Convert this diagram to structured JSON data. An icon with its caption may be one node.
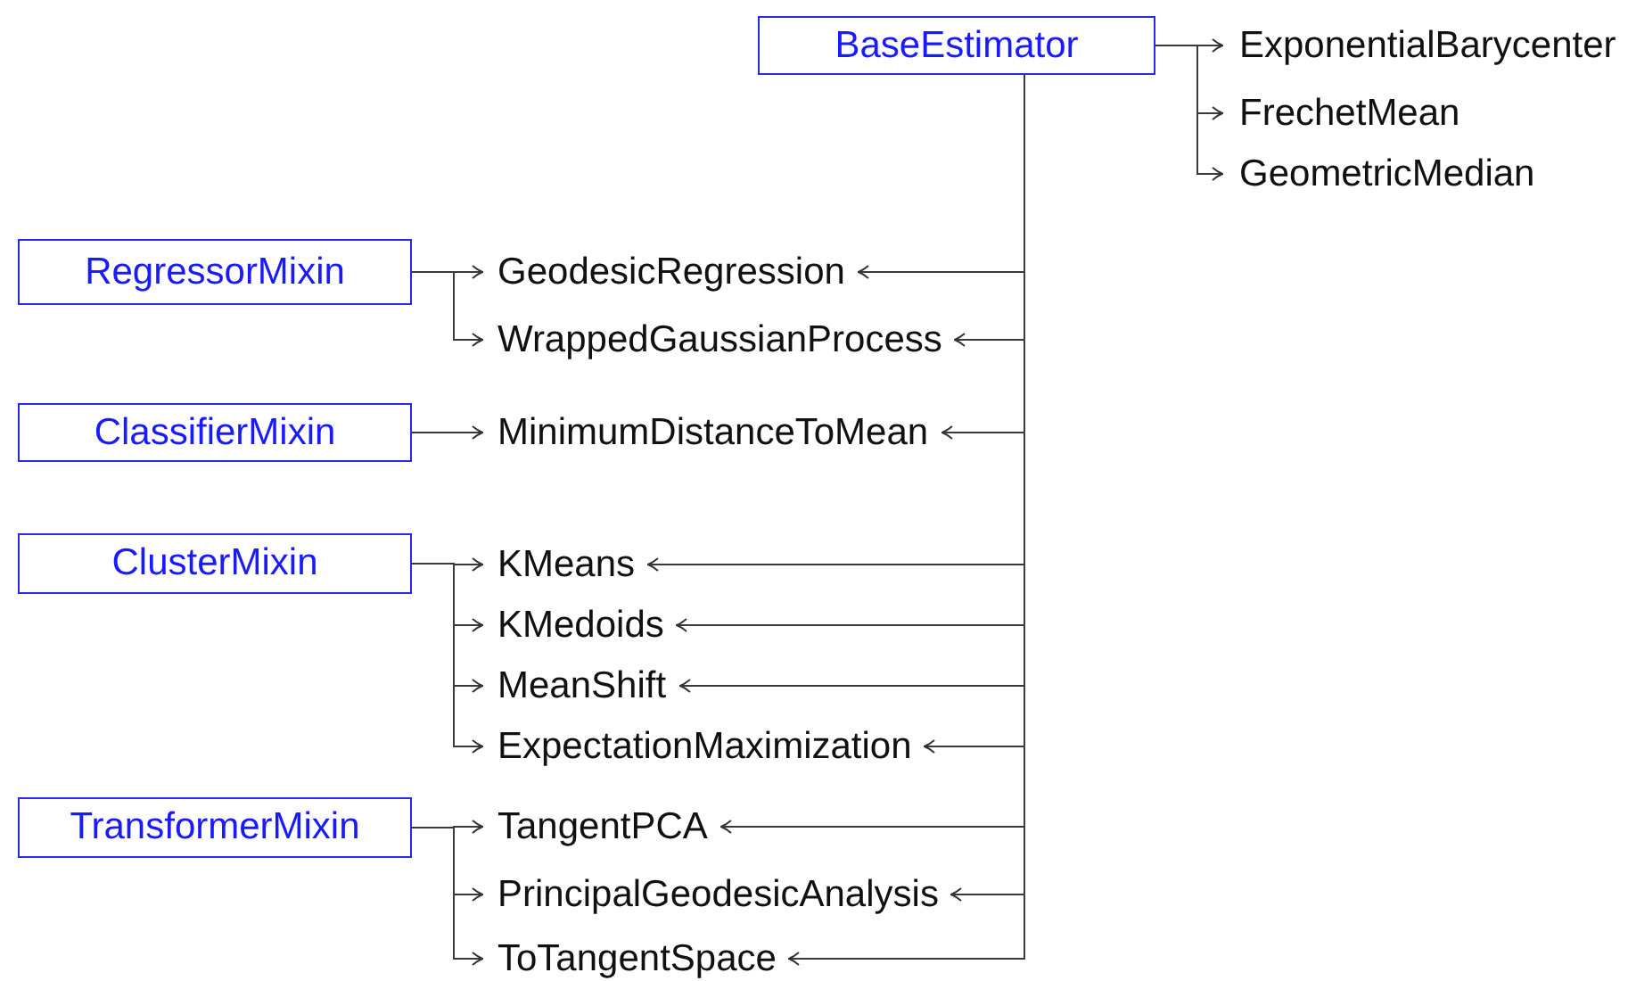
{
  "diagram": {
    "nodes": [
      {
        "text": [
          "BaseEstimator"
        ]
      },
      {
        "text": [
          "ExponentialBarycenter"
        ]
      },
      {
        "text": [
          "FrechetMean"
        ]
      },
      {
        "text": [
          "GeometricMedian"
        ]
      },
      {
        "text": [
          "RegressorMixin"
        ]
      },
      {
        "text": [
          "GeodesicRegression"
        ]
      },
      {
        "text": [
          "WrappedGaussianProcess"
        ]
      },
      {
        "text": [
          "ClassifierMixin"
        ]
      },
      {
        "text": [
          "MinimumDistanceToMean"
        ]
      },
      {
        "text": [
          "ClusterMixin"
        ]
      },
      {
        "text": [
          "KMeans"
        ]
      },
      {
        "text": [
          "KMedoids"
        ]
      },
      {
        "text": [
          "MeanShift"
        ]
      },
      {
        "text": [
          "ExpectationMaximization"
        ]
      },
      {
        "text": [
          "TransformerMixin"
        ]
      },
      {
        "text": [
          "TangentPCA"
        ]
      },
      {
        "text": [
          "PrincipalGeodesicAnalysis"
        ]
      },
      {
        "text": [
          "ToTangentSpace"
        ]
      }
    ],
    "edges": [
      {
        "from": 0,
        "to": 1,
        "arrow": "to"
      },
      {
        "from": 0,
        "to": 2,
        "arrow": "to"
      },
      {
        "from": 0,
        "to": 3,
        "arrow": "to"
      },
      {
        "from": 4,
        "to": 5,
        "arrow": "to"
      },
      {
        "from": 4,
        "to": 6,
        "arrow": "to"
      },
      {
        "from": 0,
        "to": 5,
        "arrow": "to"
      },
      {
        "from": 0,
        "to": 6,
        "arrow": "to"
      },
      {
        "from": 7,
        "to": 8,
        "arrow": "to"
      },
      {
        "from": 0,
        "to": 8,
        "arrow": "to"
      },
      {
        "from": 9,
        "to": 10,
        "arrow": "to"
      },
      {
        "from": 9,
        "to": 11,
        "arrow": "to"
      },
      {
        "from": 9,
        "to": 12,
        "arrow": "to"
      },
      {
        "from": 9,
        "to": 13,
        "arrow": "to"
      },
      {
        "from": 0,
        "to": 10,
        "arrow": "to"
      },
      {
        "from": 0,
        "to": 11,
        "arrow": "to"
      },
      {
        "from": 0,
        "to": 12,
        "arrow": "to"
      },
      {
        "from": 0,
        "to": 13,
        "arrow": "to"
      },
      {
        "from": 14,
        "to": 15,
        "arrow": "to"
      },
      {
        "from": 14,
        "to": 16,
        "arrow": "to"
      },
      {
        "from": 14,
        "to": 17,
        "arrow": "to"
      },
      {
        "from": 0,
        "to": 15,
        "arrow": "to"
      },
      {
        "from": 0,
        "to": 16,
        "arrow": "to"
      },
      {
        "from": 0,
        "to": 17,
        "arrow": "to"
      }
    ]
  }
}
